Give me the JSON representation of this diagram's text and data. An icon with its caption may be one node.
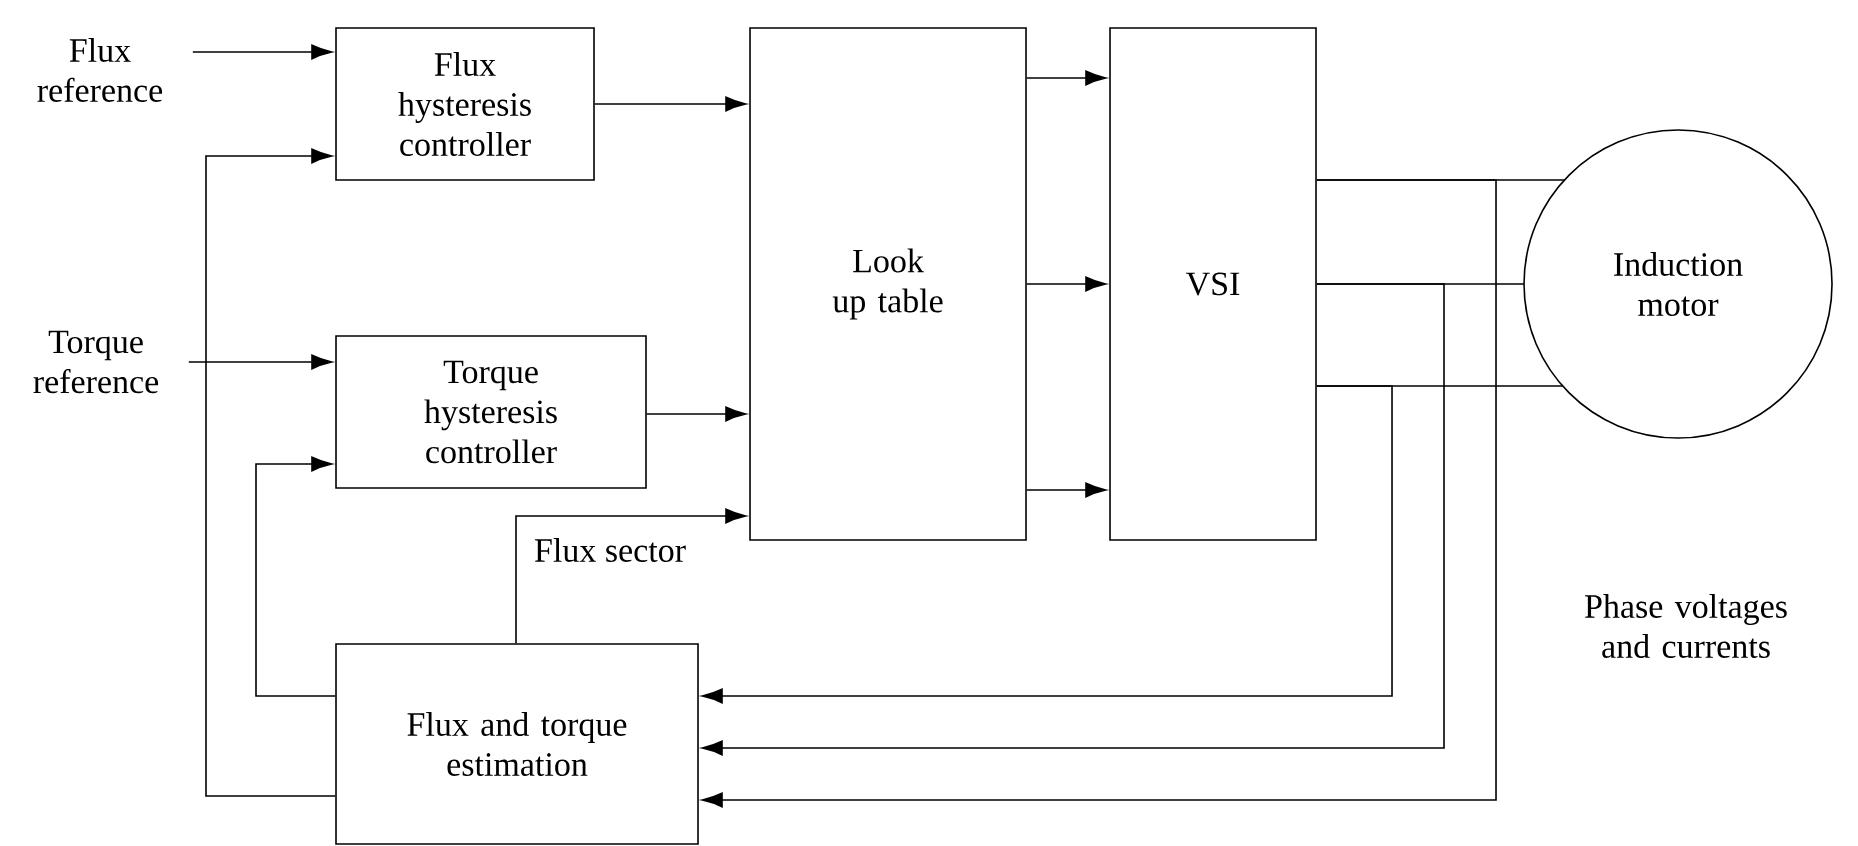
{
  "diagram": {
    "nodes": [
      {
        "text": [
          "Flux reference"
        ]
      },
      {
        "text": [
          "Flux hysteresis controller"
        ]
      },
      {
        "text": [
          "Torque reference"
        ]
      },
      {
        "text": [
          "Torque hysteresis controller"
        ]
      },
      {
        "text": [
          "Look up table"
        ]
      },
      {
        "text": [
          "VSI"
        ]
      },
      {
        "text": [
          "Induction motor"
        ]
      },
      {
        "text": [
          "Flux and torque estimation"
        ]
      }
    ],
    "edges": [
      {
        "from": 0,
        "to": 1,
        "arrow": "to"
      },
      {
        "from": 7,
        "to": 1,
        "arrow": "to"
      },
      {
        "from": 2,
        "to": 3,
        "arrow": "to"
      },
      {
        "from": 7,
        "to": 3,
        "arrow": "to"
      },
      {
        "from": 1,
        "to": 4,
        "arrow": "to"
      },
      {
        "from": 3,
        "to": 4,
        "arrow": "to"
      },
      {
        "from": 7,
        "to": 4,
        "arrow": "to",
        "label": "Flux sector"
      },
      {
        "from": 4,
        "to": 5,
        "arrow": "to"
      },
      {
        "from": 4,
        "to": 5,
        "arrow": "to"
      },
      {
        "from": 4,
        "to": 5,
        "arrow": "to"
      },
      {
        "from": 5,
        "to": 6,
        "arrow": "none"
      },
      {
        "from": 5,
        "to": 6,
        "arrow": "none"
      },
      {
        "from": 5,
        "to": 6,
        "arrow": "none"
      },
      {
        "from": 5,
        "to": 7,
        "arrow": "to"
      },
      {
        "from": 5,
        "to": 7,
        "arrow": "to"
      },
      {
        "from": 5,
        "to": 7,
        "arrow": "to"
      }
    ],
    "labels": [
      "Phase voltages and currents"
    ]
  }
}
